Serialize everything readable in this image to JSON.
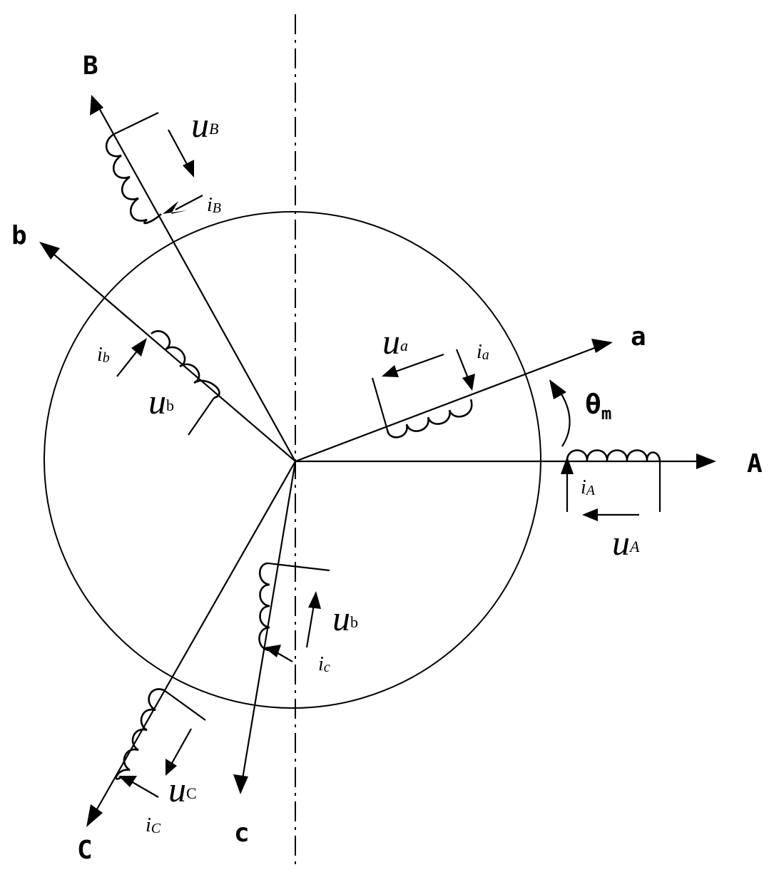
{
  "axes": {
    "A": "A",
    "B": "B",
    "C": "C",
    "a": "a",
    "b": "b",
    "c": "c"
  },
  "angle": {
    "symbol": "θ",
    "subscript": "m"
  },
  "voltages": {
    "uA": {
      "main": "u",
      "sub": "A"
    },
    "uB": {
      "main": "u",
      "sub": "B"
    },
    "uC": {
      "main": "u",
      "sub": "C"
    },
    "ua": {
      "main": "u",
      "sub": "a"
    },
    "ub_rotor": {
      "main": "u",
      "sub": "b"
    },
    "uc_rotor": {
      "main": "u",
      "sub": "b"
    }
  },
  "currents": {
    "iA": {
      "main": "i",
      "sub": "A"
    },
    "iB": {
      "main": "i",
      "sub": "B"
    },
    "iC": {
      "main": "i",
      "sub": "C"
    },
    "ia": {
      "main": "i",
      "sub": "a"
    },
    "ib": {
      "main": "i",
      "sub": "b"
    },
    "ic": {
      "main": "i",
      "sub": "c"
    }
  }
}
